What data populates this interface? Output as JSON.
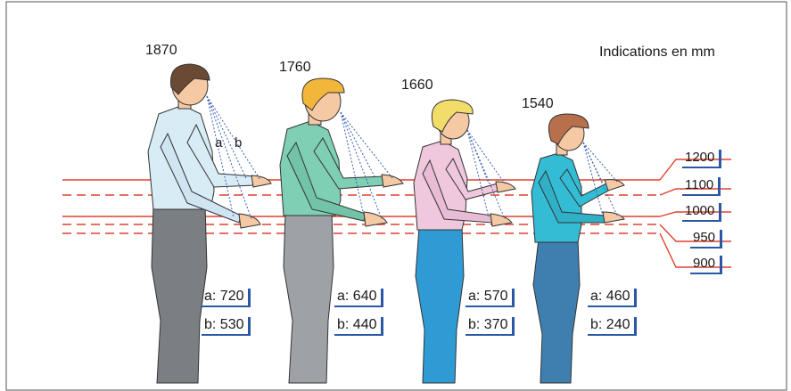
{
  "units_note": "Indications en mm",
  "people": [
    {
      "height": "1870",
      "a": "a: 720",
      "b": "b: 530",
      "ab_letter_a": "a",
      "ab_letter_b": "b"
    },
    {
      "height": "1760",
      "a": "a: 640",
      "b": "b: 440"
    },
    {
      "height": "1660",
      "a": "a: 570",
      "b": "b: 370"
    },
    {
      "height": "1540",
      "a": "a: 460",
      "b": "b: 240"
    }
  ],
  "levels": [
    "1200",
    "1100",
    "1000",
    "950",
    "900"
  ],
  "colors": {
    "line_red": "#e0412f",
    "box_blue": "#2b58a6",
    "sight_blue": "#3a5fb0",
    "shirt1": "#d8ecf6",
    "pants1": "#7b7f83",
    "shirt2": "#7fcfb4",
    "pants2": "#9ea2a6",
    "shirt3": "#f0c8de",
    "pants3": "#2f9bd4",
    "shirt4": "#33bcd3",
    "pants4": "#3f7fb0",
    "skin": "#f5c9a3",
    "hair1": "#6b4a33",
    "hair2": "#f2b63a",
    "hair3": "#f3dd6a",
    "hair4": "#b86f4c"
  }
}
